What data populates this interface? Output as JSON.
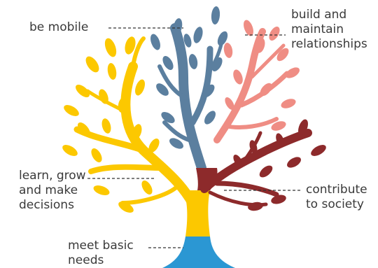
{
  "colors": {
    "basic_needs": "#2b97d3",
    "learn_grow": "#fcc800",
    "mobile": "#5b7f9f",
    "relationships": "#ef8d84",
    "society": "#8d2a2b",
    "leader_line": "#333333",
    "text": "#3a3a3a"
  },
  "labels": {
    "be_mobile": "be mobile",
    "build_relationships": [
      "build and",
      "maintain",
      "relationships"
    ],
    "learn_grow": [
      "learn, grow",
      "and make",
      "decisions"
    ],
    "contribute": [
      "contribute",
      "to society"
    ],
    "basic_needs": [
      "meet basic",
      "needs"
    ]
  }
}
